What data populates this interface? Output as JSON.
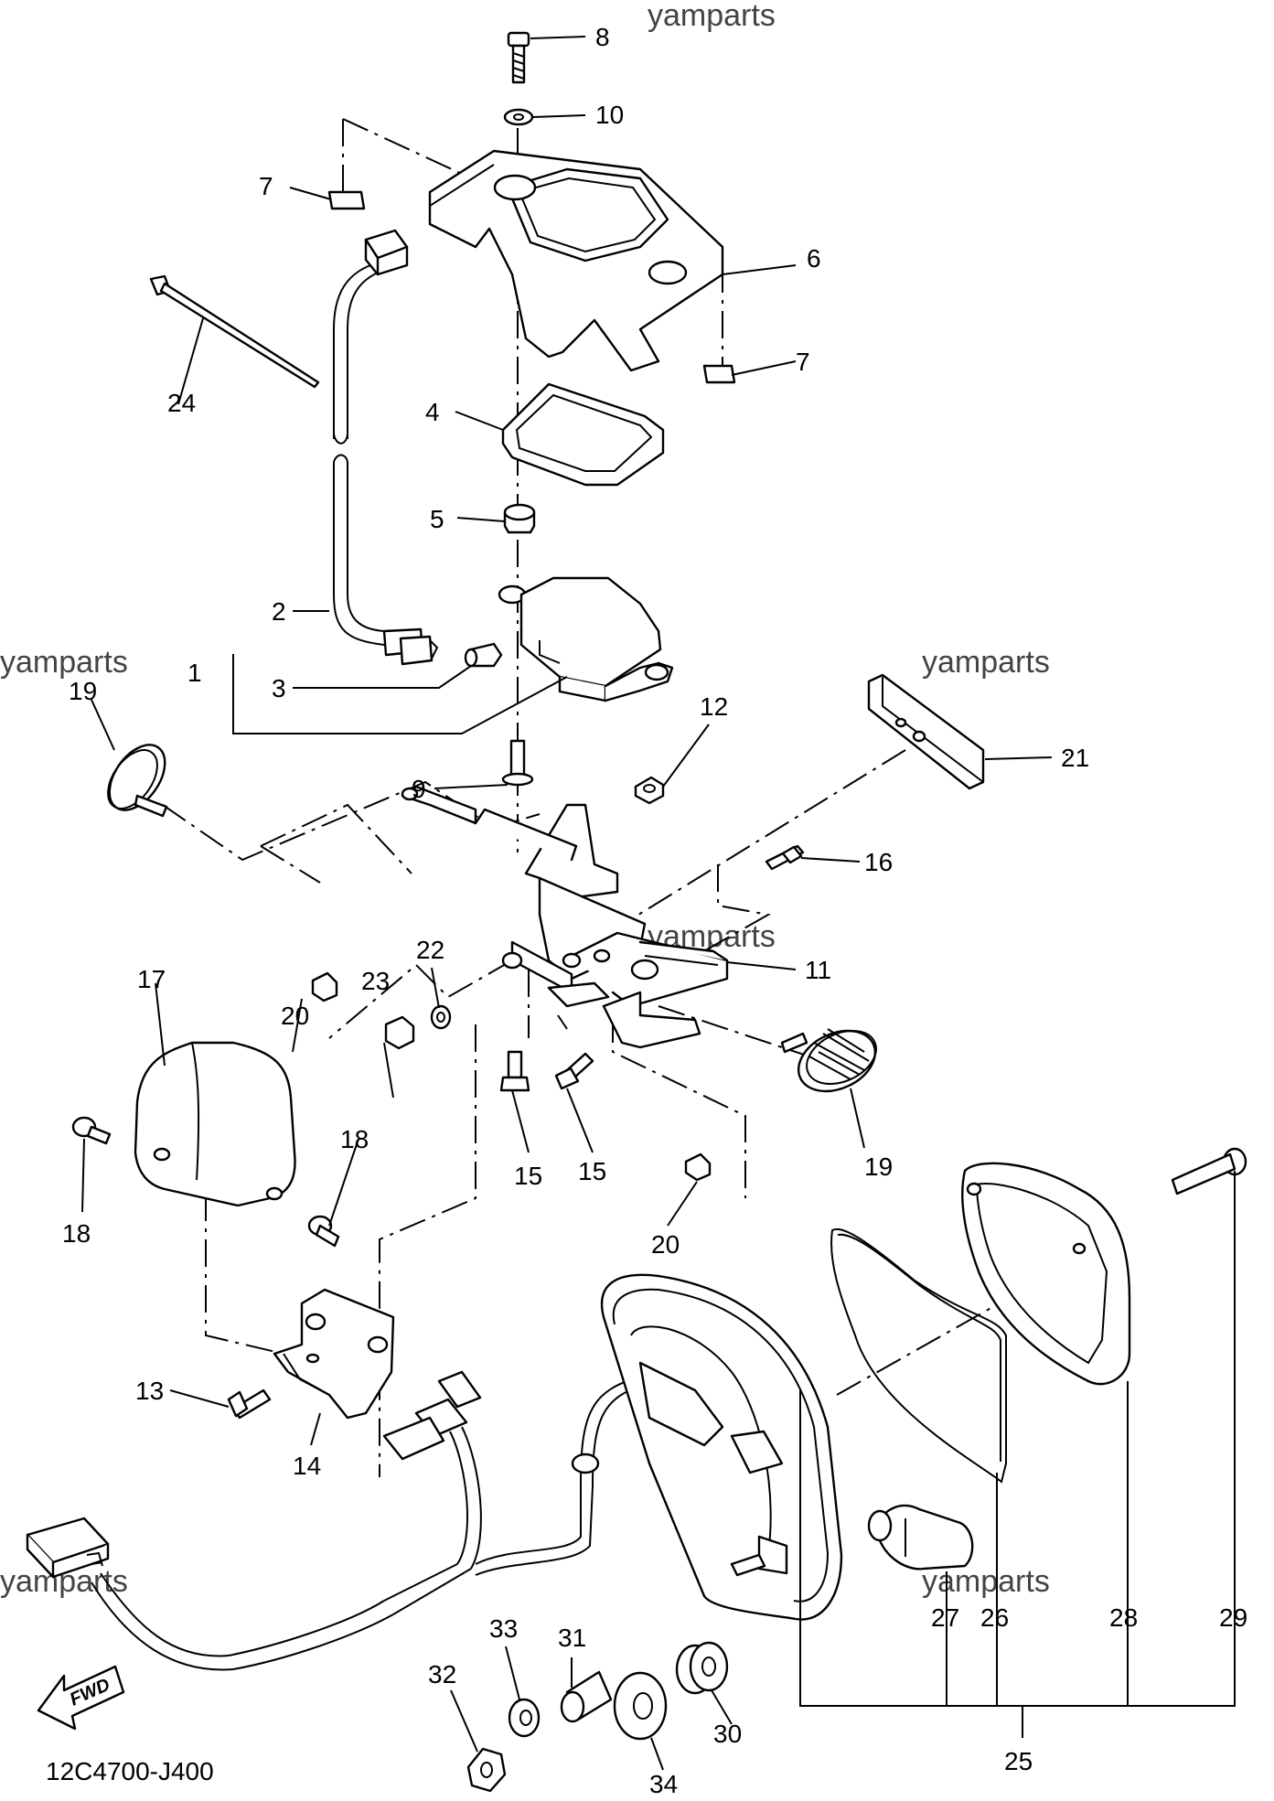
{
  "watermark": "yamparts",
  "diagram_code": "12C4700-J400",
  "fwd_label": "FWD",
  "callouts": [
    "1",
    "2",
    "3",
    "4",
    "5",
    "6",
    "7",
    "7",
    "8",
    "9",
    "10",
    "11",
    "12",
    "13",
    "14",
    "15",
    "15",
    "16",
    "17",
    "18",
    "18",
    "19",
    "19",
    "20",
    "20",
    "21",
    "22",
    "23",
    "24",
    "25",
    "26",
    "27",
    "28",
    "29",
    "30",
    "31",
    "32",
    "33",
    "34"
  ]
}
